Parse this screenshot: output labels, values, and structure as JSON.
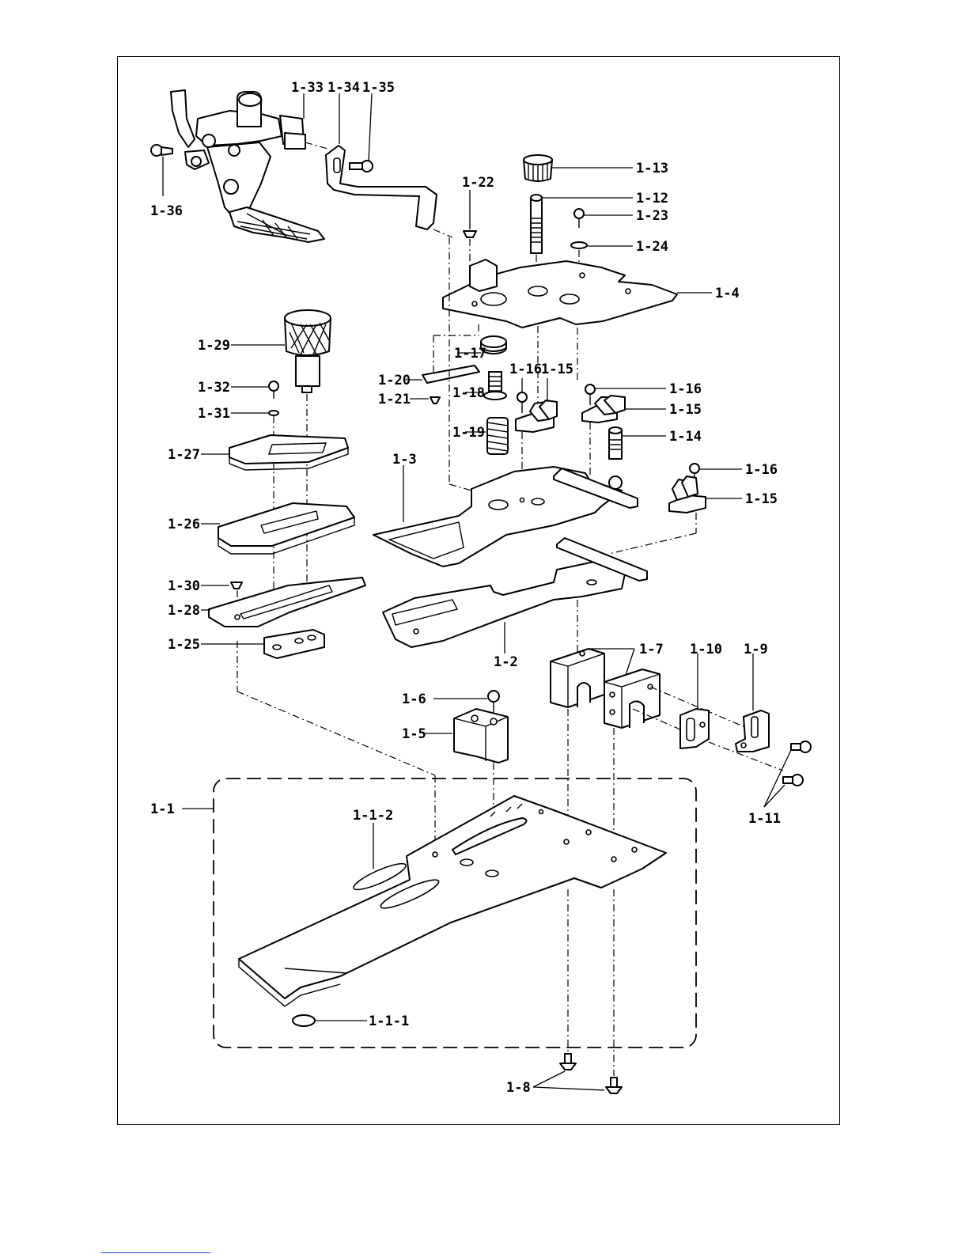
{
  "labels": {
    "p1_1": "1-1",
    "p1_1_1": "1-1-1",
    "p1_1_2": "1-1-2",
    "p1_2": "1-2",
    "p1_3": "1-3",
    "p1_4": "1-4",
    "p1_5": "1-5",
    "p1_6": "1-6",
    "p1_7": "1-7",
    "p1_8": "1-8",
    "p1_9": "1-9",
    "p1_10": "1-10",
    "p1_11": "1-11",
    "p1_12": "1-12",
    "p1_13": "1-13",
    "p1_14": "1-14",
    "p1_15a": "1-15",
    "p1_15b": "1-15",
    "p1_15c": "1-15",
    "p1_16a": "1-16",
    "p1_16b": "1-16",
    "p1_16c": "1-16",
    "p1_17": "1-17",
    "p1_18": "1-18",
    "p1_19": "1-19",
    "p1_20": "1-20",
    "p1_21": "1-21",
    "p1_22": "1-22",
    "p1_23": "1-23",
    "p1_24": "1-24",
    "p1_25": "1-25",
    "p1_26": "1-26",
    "p1_27": "1-27",
    "p1_28": "1-28",
    "p1_29": "1-29",
    "p1_30": "1-30",
    "p1_31": "1-31",
    "p1_32": "1-32",
    "p1_33": "1-33",
    "p1_34": "1-34",
    "p1_35": "1-35",
    "p1_36": "1-36"
  }
}
